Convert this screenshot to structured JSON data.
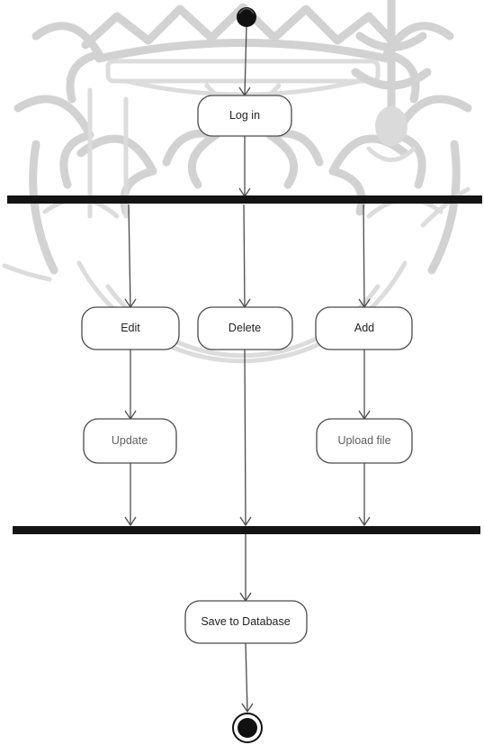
{
  "diagram": {
    "nodes": {
      "login": "Log in",
      "edit": "Edit",
      "delete": "Delete",
      "add": "Add",
      "update": "Update",
      "upload": "Upload file",
      "save": "Save to Database"
    }
  },
  "colors": {
    "line": "#4a4a4a",
    "bar": "#141414",
    "watermark": "#d2d2d2"
  }
}
